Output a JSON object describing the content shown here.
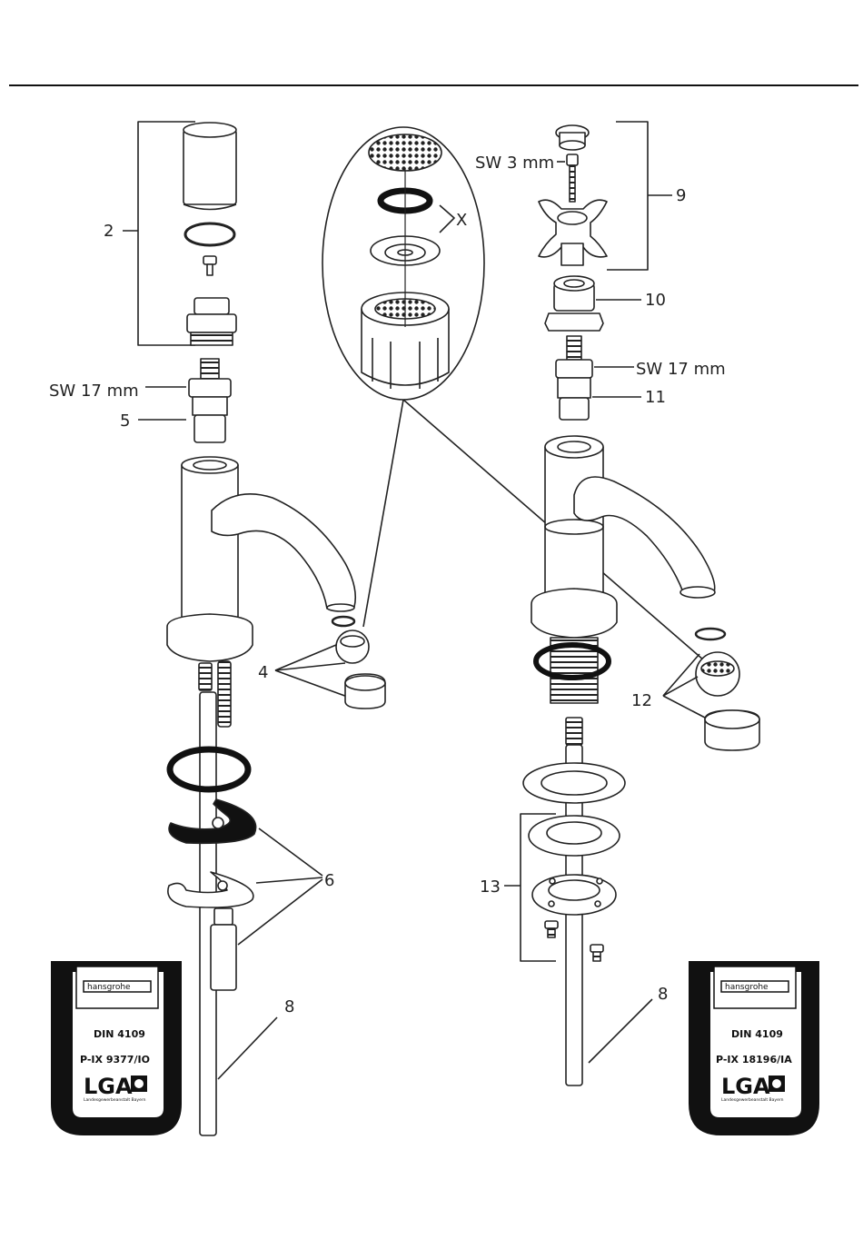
{
  "labels": {
    "l2": "2",
    "l5": "5",
    "sw17_left": "SW 17 mm",
    "l4": "4",
    "l6": "6",
    "l8_left": "8",
    "x": "X",
    "sw3": "SW 3 mm",
    "l9": "9",
    "l10": "10",
    "sw17_right": "SW 17 mm",
    "l11": "11",
    "l12": "12",
    "l13": "13",
    "l8_right": "8"
  },
  "badges": [
    {
      "brand": "hansgrohe",
      "din": "DIN 4109",
      "code": "P-IX 9377/IO",
      "lga": "LGA",
      "lga_sub": "Landesgewerbeanstalt Bayern"
    },
    {
      "brand": "hansgrohe",
      "din": "DIN 4109",
      "code": "P-IX 18196/IA",
      "lga": "LGA",
      "lga_sub": "Landesgewerbeanstalt Bayern"
    }
  ]
}
